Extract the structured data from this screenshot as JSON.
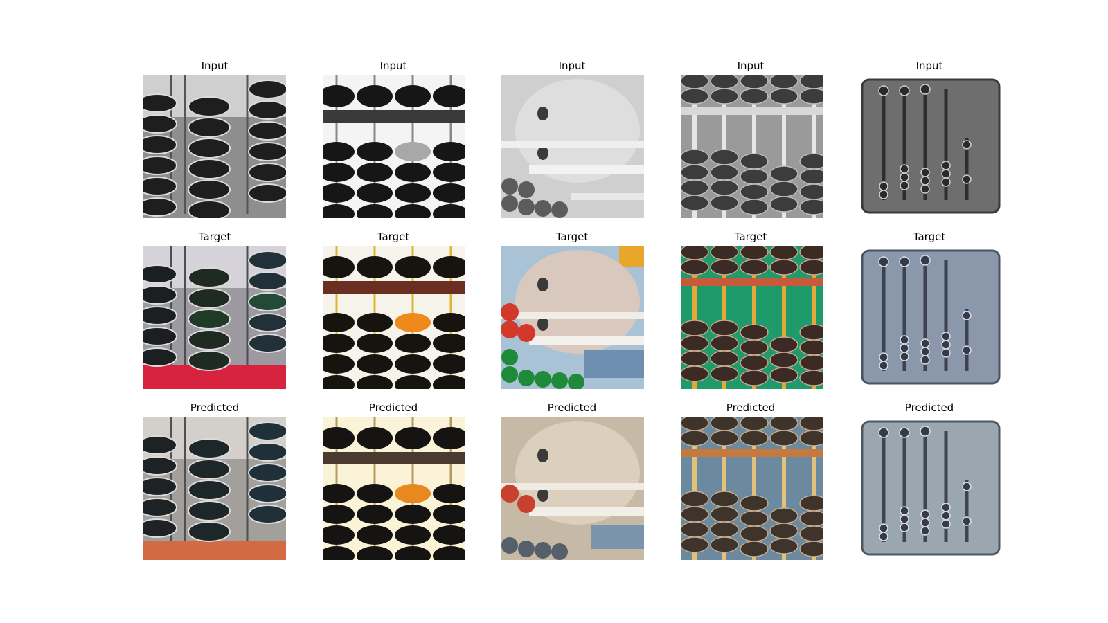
{
  "figure": {
    "rows": [
      {
        "row": "input",
        "panels": [
          {
            "title": "Input",
            "scene": "stacked-beads-grey"
          },
          {
            "title": "Input",
            "scene": "soroban-grey"
          },
          {
            "title": "Input",
            "scene": "baby-grey"
          },
          {
            "title": "Input",
            "scene": "abacus-closeup-grey"
          },
          {
            "title": "Input",
            "scene": "roman-abacus-grey"
          }
        ]
      },
      {
        "row": "target",
        "panels": [
          {
            "title": "Target",
            "scene": "stacked-beads-target"
          },
          {
            "title": "Target",
            "scene": "soroban-target"
          },
          {
            "title": "Target",
            "scene": "baby-target"
          },
          {
            "title": "Target",
            "scene": "abacus-closeup-target"
          },
          {
            "title": "Target",
            "scene": "roman-abacus-target"
          }
        ]
      },
      {
        "row": "predicted",
        "panels": [
          {
            "title": "Predicted",
            "scene": "stacked-beads-predicted"
          },
          {
            "title": "Predicted",
            "scene": "soroban-predicted"
          },
          {
            "title": "Predicted",
            "scene": "baby-predicted"
          },
          {
            "title": "Predicted",
            "scene": "abacus-closeup-predicted"
          },
          {
            "title": "Predicted",
            "scene": "roman-abacus-predicted"
          }
        ]
      }
    ]
  }
}
